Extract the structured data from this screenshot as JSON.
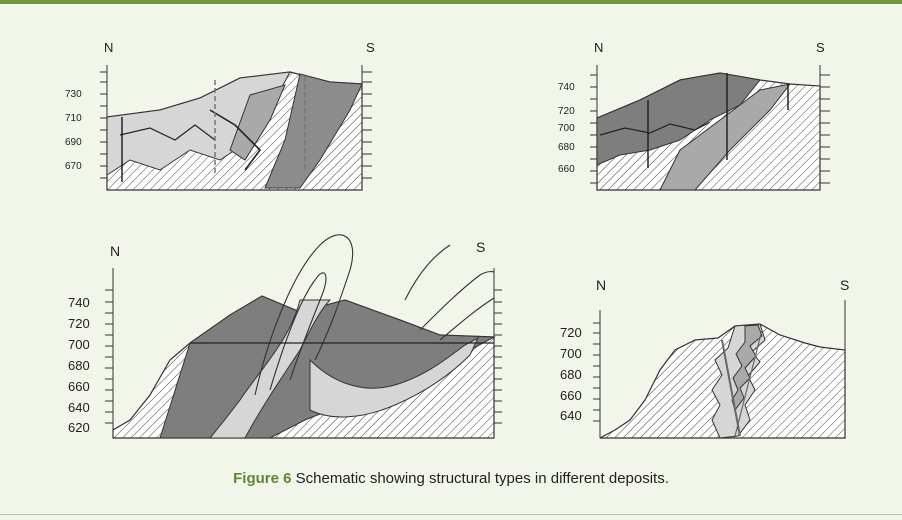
{
  "colors": {
    "accent": "#6f9a3f",
    "background": "#f1f5ea",
    "dark_unit": "#7e7e7e",
    "light_unit": "#d6d6d6",
    "mid_unit": "#a9a9a9"
  },
  "panels": {
    "top_left": {
      "north": "N",
      "south": "S",
      "ticks": [
        "730",
        "710",
        "690",
        "670"
      ]
    },
    "top_right": {
      "north": "N",
      "south": "S",
      "ticks": [
        "740",
        "720",
        "700",
        "680",
        "660"
      ]
    },
    "bottom_left": {
      "north": "N",
      "south": "S",
      "ticks": [
        "740",
        "720",
        "700",
        "680",
        "660",
        "640",
        "620"
      ]
    },
    "bottom_right": {
      "north": "N",
      "south": "S",
      "ticks": [
        "720",
        "700",
        "680",
        "660",
        "640"
      ]
    }
  },
  "caption": {
    "label": "Figure 6",
    "text": "Schematic showing structural types in different deposits."
  }
}
